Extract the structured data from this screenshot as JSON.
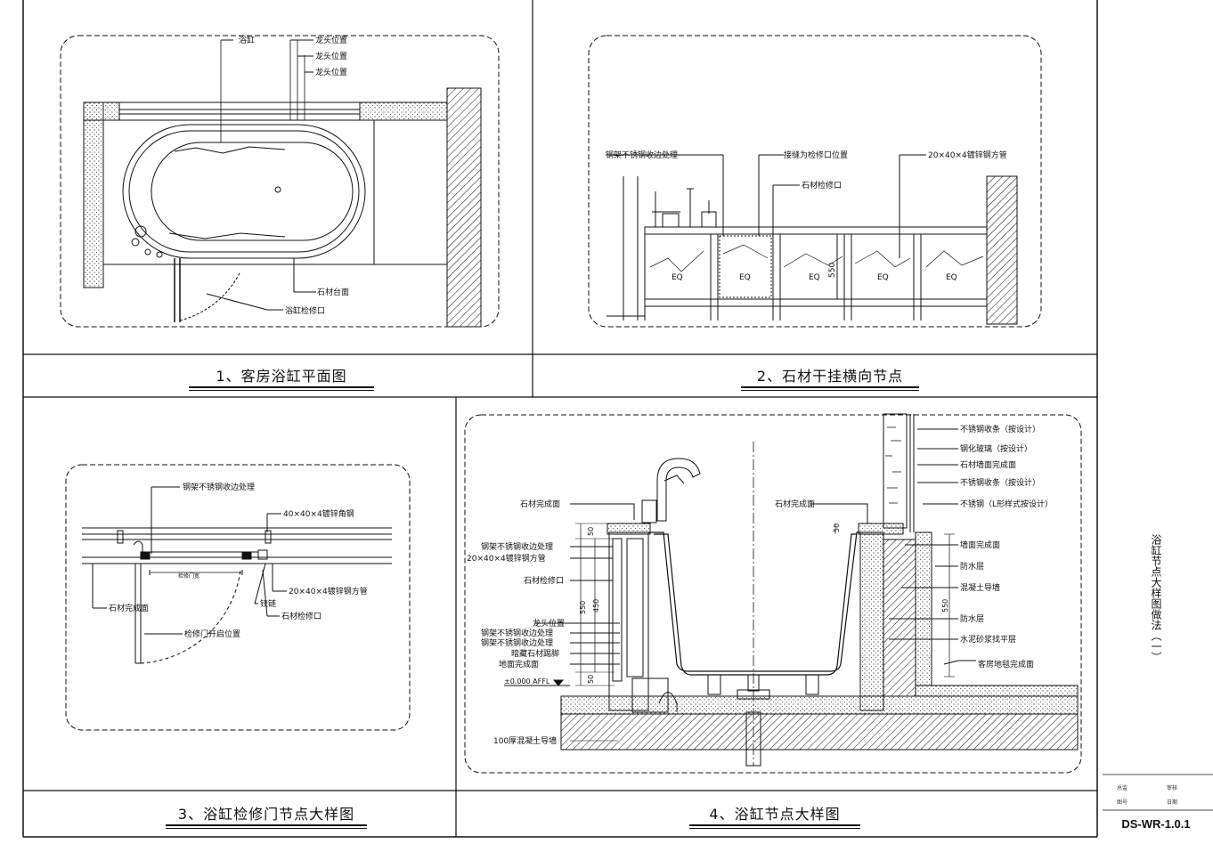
{
  "sheet": {
    "code": "DS-WR-1.0.1",
    "side_title": "浴缸节点大样图做法（一）",
    "title_block": {
      "design_label": "总监",
      "review_label": "审核",
      "no_label": "图号",
      "date_label": "日期"
    }
  },
  "panels": [
    {
      "title": "1、客房浴缸平面图",
      "labels": {
        "bathtub": "浴缸",
        "pos1": "龙头位置",
        "pos2": "龙头位置",
        "pos3": "龙头位置",
        "stone_cover": "石材台面",
        "access_door": "浴缸检修口"
      }
    },
    {
      "title": "2、石材干挂横向节点",
      "labels": {
        "steel_edge": "钢架不锈钢收边处理",
        "seam_line": "接缝为检修口位置",
        "steel_pipe": "20×40×4镀锌钢方管",
        "stone_door": "石材检修口",
        "eq": "EQ",
        "dim550": "550"
      }
    },
    {
      "title": "3、浴缸检修门节点大样图",
      "labels": {
        "steel_edge": "钢架不锈钢收边处理",
        "angle_steel": "40×40×4镀锌角钢",
        "door_width": "检修门宽",
        "steel_pipe": "20×40×4镀锌钢方管",
        "stone_finish": "石材完成面",
        "hinge": "铰链",
        "stone_door": "石材检修口",
        "door_open": "检修门开启位置"
      }
    },
    {
      "title": "4、浴缸节点大样图",
      "labels_left": {
        "stone_finish_1": "石材完成面",
        "steel_edge": "钢架不锈钢收边处理",
        "steel_pipe": "20×40×4镀锌钢方管",
        "stone_door": "石材检修口",
        "faucet_pos": "龙头位置",
        "steel_edge_2": "钢架不锈钢收边处理",
        "steel_edge_3": "钢架不锈钢收边处理",
        "stone_base": "暗藏石材踢脚",
        "floor_finish": "地面完成面",
        "level": "±0.000 AFFL",
        "slab": "100厚混凝土导墙"
      },
      "labels_center": {
        "stone_finish_2": "石材完成面"
      },
      "labels_right": {
        "steel_trim": "不锈钢收条（按设计）",
        "tempered_glass": "钢化玻璃（按设计）",
        "stone_wall": "石材墙面完成面",
        "steel_trim_2": "不锈钢收条（按设计）",
        "steel_strip": "不锈钢（L形样式按设计）",
        "cement_finish": "墙面完成面",
        "waterproof": "防水层",
        "concrete_wall": "混凝土导墙",
        "waterproof_2": "防水层",
        "mortar": "水泥砂浆找平层",
        "floor_finish_2": "客房地毯完成面"
      },
      "dims": {
        "d50a": "50",
        "d550": "550",
        "d450": "450",
        "d50b": "50",
        "d50c": "50",
        "d550r": "550"
      }
    }
  ]
}
